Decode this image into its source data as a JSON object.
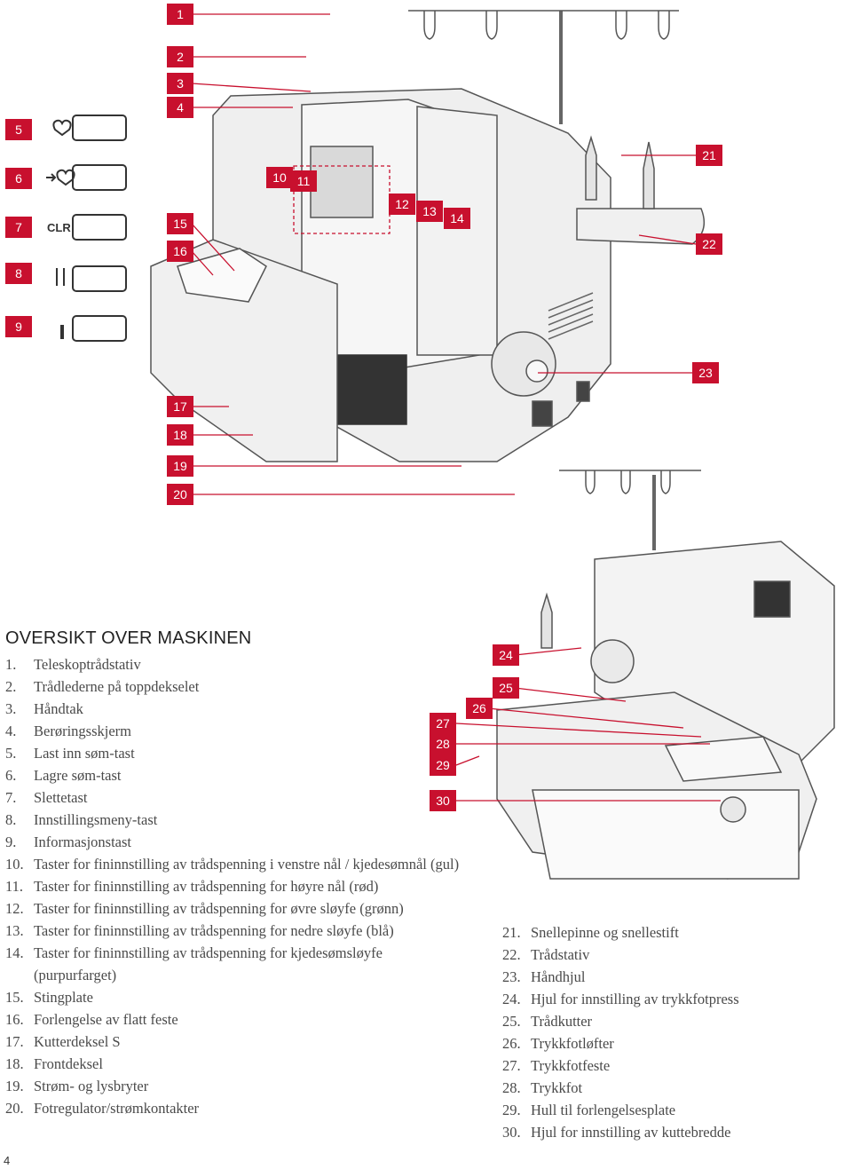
{
  "section_title": "OVERSIKT OVER MASKINEN",
  "page_number": "4",
  "callouts": [
    "1",
    "2",
    "3",
    "4",
    "5",
    "6",
    "7",
    "8",
    "9",
    "10",
    "11",
    "12",
    "13",
    "14",
    "15",
    "16",
    "17",
    "18",
    "19",
    "20",
    "21",
    "22",
    "23",
    "24",
    "25",
    "26",
    "27",
    "28",
    "29",
    "30"
  ],
  "buttons": {
    "clr_label": "CLR"
  },
  "legend_left": [
    {
      "num": "1.",
      "text": "Teleskoptrådstativ"
    },
    {
      "num": "2.",
      "text": "Trådlederne på toppdekselet"
    },
    {
      "num": "3.",
      "text": "Håndtak"
    },
    {
      "num": "4.",
      "text": "Berøringsskjerm"
    },
    {
      "num": "5.",
      "text": "Last inn søm-tast"
    },
    {
      "num": "6.",
      "text": "Lagre søm-tast"
    },
    {
      "num": "7.",
      "text": "Slettetast"
    },
    {
      "num": "8.",
      "text": "Innstillingsmeny-tast"
    },
    {
      "num": "9.",
      "text": "Informasjonstast"
    },
    {
      "num": "10.",
      "text": "Taster for fininnstilling av trådspenning i venstre nål / kjedesømnål (gul)"
    },
    {
      "num": "11.",
      "text": "Taster for fininnstilling av trådspenning for høyre nål (rød)"
    },
    {
      "num": "12.",
      "text": "Taster for fininnstilling av trådspenning for øvre sløyfe (grønn)"
    },
    {
      "num": "13.",
      "text": "Taster for fininnstilling av trådspenning for nedre sløyfe (blå)"
    },
    {
      "num": "14.",
      "text": "Taster for fininnstilling av trådspenning for kjedesømsløyfe (purpurfarget)"
    },
    {
      "num": "15.",
      "text": "Stingplate"
    },
    {
      "num": "16.",
      "text": "Forlengelse av flatt feste"
    },
    {
      "num": "17.",
      "text": "Kutterdeksel S"
    },
    {
      "num": "18.",
      "text": "Frontdeksel"
    },
    {
      "num": "19.",
      "text": "Strøm- og lysbryter"
    },
    {
      "num": "20.",
      "text": "Fotregulator/strømkontakter"
    }
  ],
  "legend_right": [
    {
      "num": "21.",
      "text": "Snellepinne og snellestift"
    },
    {
      "num": "22.",
      "text": "Trådstativ"
    },
    {
      "num": "23.",
      "text": "Håndhjul"
    },
    {
      "num": "24.",
      "text": "Hjul for innstilling av trykkfotpress"
    },
    {
      "num": "25.",
      "text": "Trådkutter"
    },
    {
      "num": "26.",
      "text": "Trykkfotløfter"
    },
    {
      "num": "27.",
      "text": "Trykkfotfeste"
    },
    {
      "num": "28.",
      "text": "Trykkfot"
    },
    {
      "num": "29.",
      "text": "Hull til forlengelsesplate"
    },
    {
      "num": "30.",
      "text": "Hjul for innstilling av kuttebredde"
    }
  ],
  "colors": {
    "callout": "#c8102e",
    "leader": "#c8102e",
    "body_text": "#4a4a4a",
    "machine_fill": "#eeeeee",
    "machine_stroke": "#555555"
  }
}
